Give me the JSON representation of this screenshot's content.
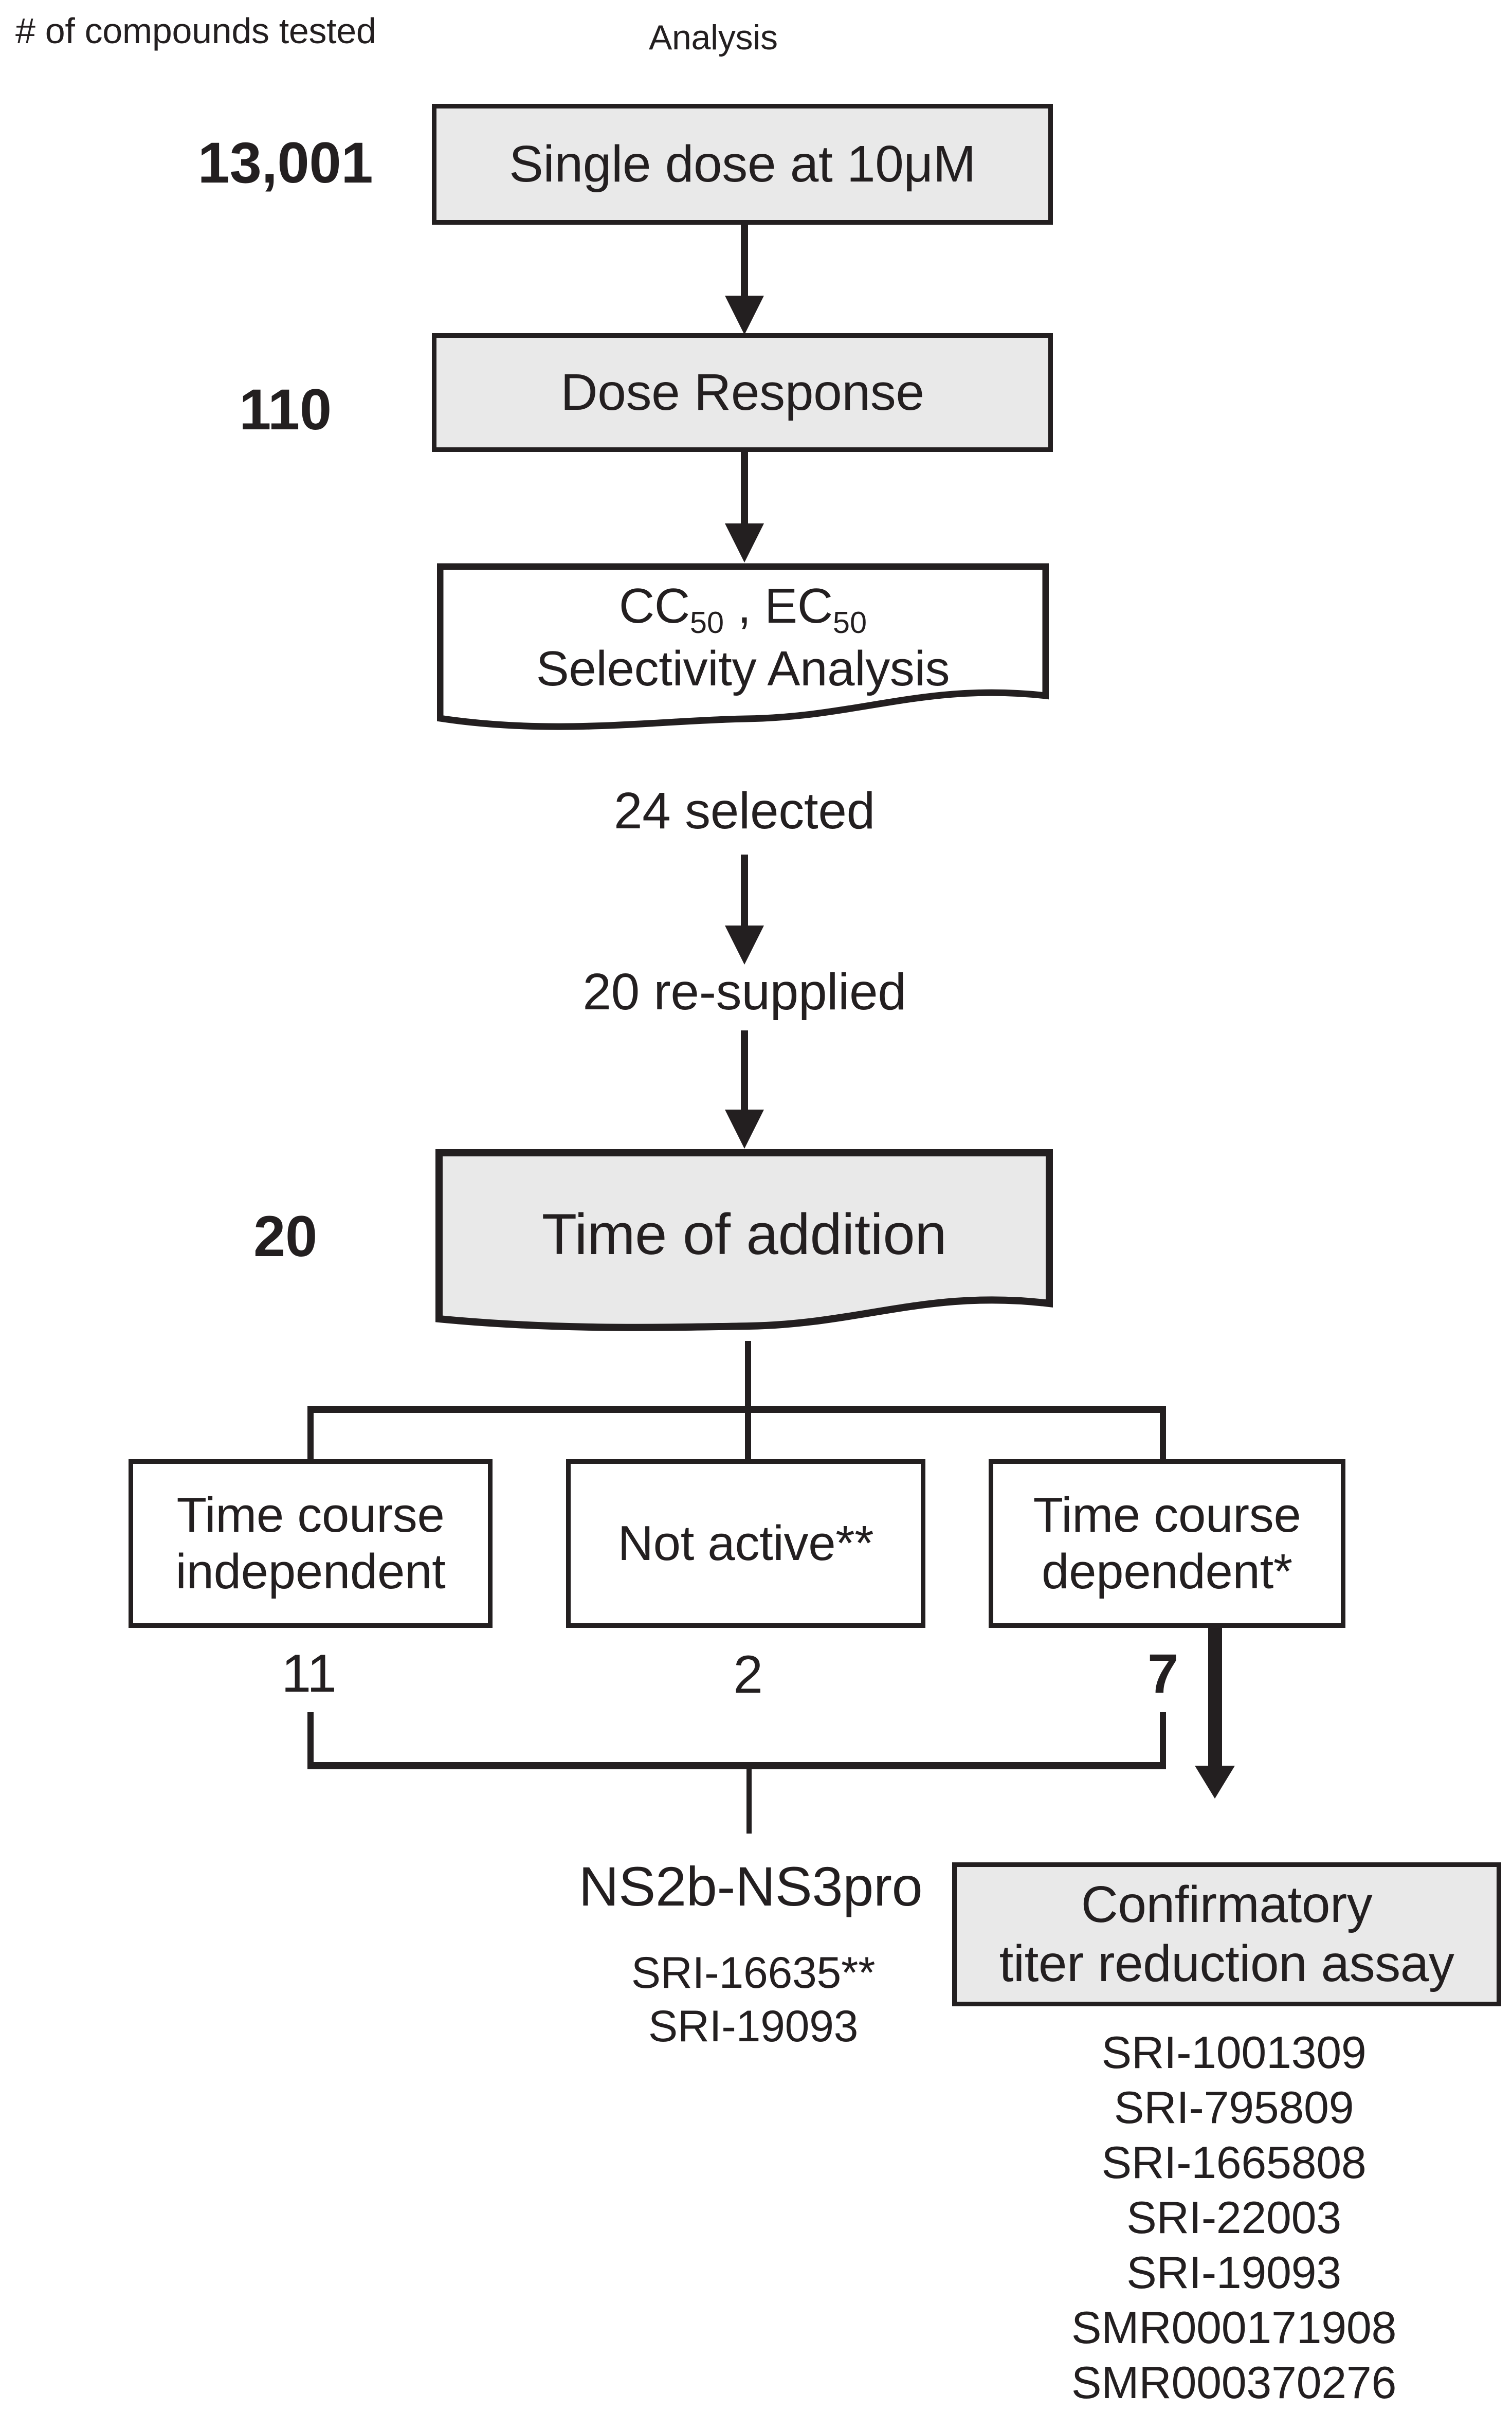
{
  "figure": {
    "type": "flowchart",
    "header": {
      "left_column_title": "# of compounds tested",
      "right_column_title": "Analysis"
    },
    "steps": {
      "single_dose": {
        "label": "Single dose at 10μM",
        "count": "13,001"
      },
      "dose_response": {
        "label": "Dose Response",
        "count": "110"
      },
      "selectivity": {
        "line1_cc": "CC",
        "line1_cc_sub": "50",
        "line1_sep": " , ",
        "line1_ec": "EC",
        "line1_ec_sub": "50",
        "line2": "Selectivity Analysis"
      },
      "selected_note": "24 selected",
      "resupplied_note": "20 re-supplied",
      "time_of_addition": {
        "label": "Time of addition",
        "count": "20"
      }
    },
    "branches": {
      "independent": {
        "line1": "Time course",
        "line2": "independent",
        "count": "11"
      },
      "not_active": {
        "line1": "Not active**",
        "count": "2"
      },
      "dependent": {
        "line1": "Time course",
        "line2": "dependent*",
        "count": "7"
      }
    },
    "ns2b": {
      "title": "NS2b-NS3pro",
      "compounds": [
        "SRI-16635**",
        "SRI-19093"
      ]
    },
    "confirmatory": {
      "line1": "Confirmatory",
      "line2": "titer reduction assay",
      "compounds": [
        "SRI-1001309",
        "SRI-795809",
        "SRI-1665808",
        "SRI-22003",
        "SRI-19093",
        "SMR000171908",
        "SMR000370276"
      ]
    },
    "colors": {
      "box_fill_grey": "#e9e9e9",
      "box_fill_white": "#ffffff",
      "line_color": "#231f20"
    }
  }
}
